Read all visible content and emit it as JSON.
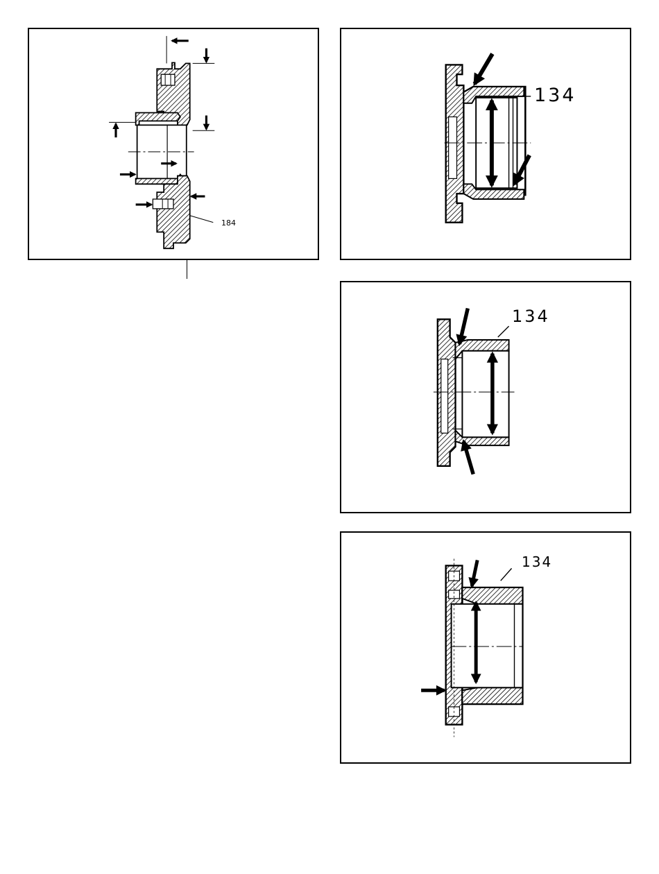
{
  "figures": [
    {
      "id": "fig-1",
      "callout": "184"
    },
    {
      "id": "fig-2",
      "callout": "134"
    },
    {
      "id": "fig-3",
      "callout": "134"
    },
    {
      "id": "fig-4",
      "callout": "134"
    }
  ]
}
